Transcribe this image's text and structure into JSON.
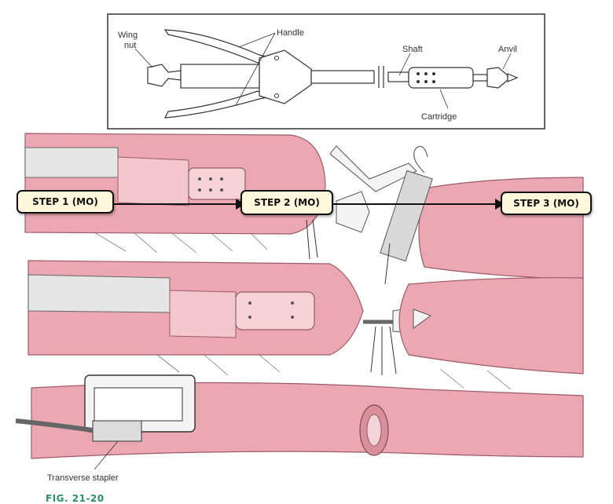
{
  "top_diagram": {
    "labels": {
      "wing_nut": "Wing\nnut",
      "handle": "Handle",
      "shaft": "Shaft",
      "anvil": "Anvil",
      "cartridge": "Cartridge"
    }
  },
  "bottom_label": "Transverse stapler",
  "steps": {
    "step1": "STEP 1 (MO)",
    "step2": "STEP 2 (MO)",
    "step3": "STEP 3 (MO)"
  },
  "caption": "FIG. 21-20",
  "colors": {
    "tissue": "#eba8b2",
    "tissue_dark": "#c77a86",
    "metal": "#f4f4f4",
    "step_fill": "#fdf8dc"
  }
}
